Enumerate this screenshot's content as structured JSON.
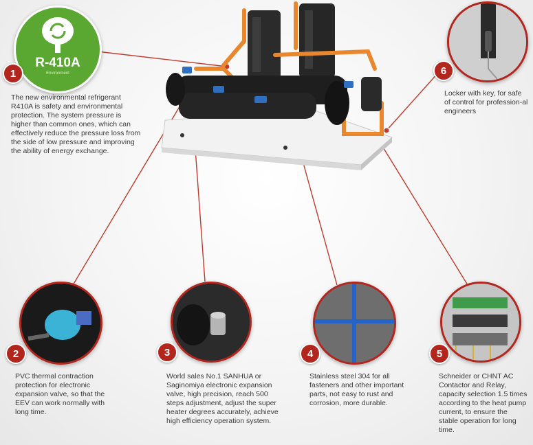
{
  "logo": {
    "label": "R-410A",
    "subtext": "Environment"
  },
  "features": [
    {
      "number": "1",
      "text": "The new environmental refrigerant R410A is safety and environmental protection. The system pressure is higher than common ones, which can effectively reduce the pressure loss from the side of low pressure and improving the ability of energy exchange."
    },
    {
      "number": "2",
      "text": "PVC thermal contraction protection for electronic expansion valve, so that the EEV can work normally with long time."
    },
    {
      "number": "3",
      "text": "World sales No.1 SANHUA or Saginomiya electronic expansion valve, high precision, reach 500 steps adjustment, adjust the super heater degrees accurately, achieve high efficiency operation system."
    },
    {
      "number": "4",
      "text": "Stainless steel 304 for all fasteners and other important parts, not easy to rust and corrosion, more durable."
    },
    {
      "number": "5",
      "text": "Schneider or CHNT AC Contactor and Relay, capacity selection 1.5 times according to the heat pump current, to ensure the stable operation for long time."
    },
    {
      "number": "6",
      "text": "Locker with key, for safe of control for profession-al engineers"
    }
  ],
  "colors": {
    "accent": "#b3261e",
    "logo_green": "#5aa832",
    "pipe_orange": "#e8872e"
  }
}
